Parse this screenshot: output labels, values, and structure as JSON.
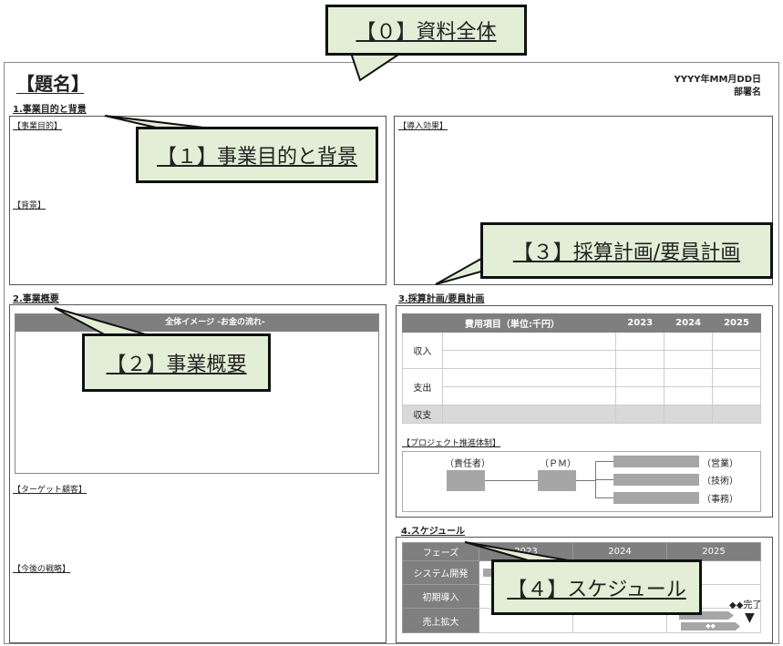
{
  "header": {
    "title": "【題名】",
    "date": "YYYY年MM月DD日",
    "department": "部署名"
  },
  "sections": {
    "s1": {
      "title": "1.事業目的と背景",
      "purpose": "【事業目的】",
      "background": "【背景】"
    },
    "effect": {
      "label": "【導入効果】"
    },
    "s2": {
      "title": "2.事業概要",
      "image_header": "全体イメージ -お金の流れ-",
      "target": "【ターゲット顧客】",
      "strategy": "【今後の戦略】"
    },
    "s3": {
      "title": "3.採算計画/要員計画",
      "table": {
        "headers": [
          "費用項目（単位:千円）",
          "2023",
          "2024",
          "2025"
        ],
        "rows": [
          "収入",
          "支出",
          "収支"
        ]
      },
      "org": {
        "label": "【プロジェクト推進体制】",
        "owner": "（責任者）",
        "pm": "（ＰＭ）",
        "teams": [
          "（営業）",
          "（技術）",
          "（事務）"
        ]
      }
    },
    "s4": {
      "title": "4.スケジュール",
      "headers": [
        "フェーズ",
        "2023",
        "2024",
        "2025"
      ],
      "phases": [
        "システム開発",
        "初期導入",
        "売上拡大"
      ],
      "done": "◆◆完了",
      "bar_marks": [
        "◆◆",
        "◆◆"
      ],
      "end_marker": "▼"
    }
  },
  "callouts": [
    "【０】資料全体",
    "【１】事業目的と背景",
    "【２】事業概要",
    "【３】採算計画/要員計画",
    "【４】スケジュール"
  ]
}
